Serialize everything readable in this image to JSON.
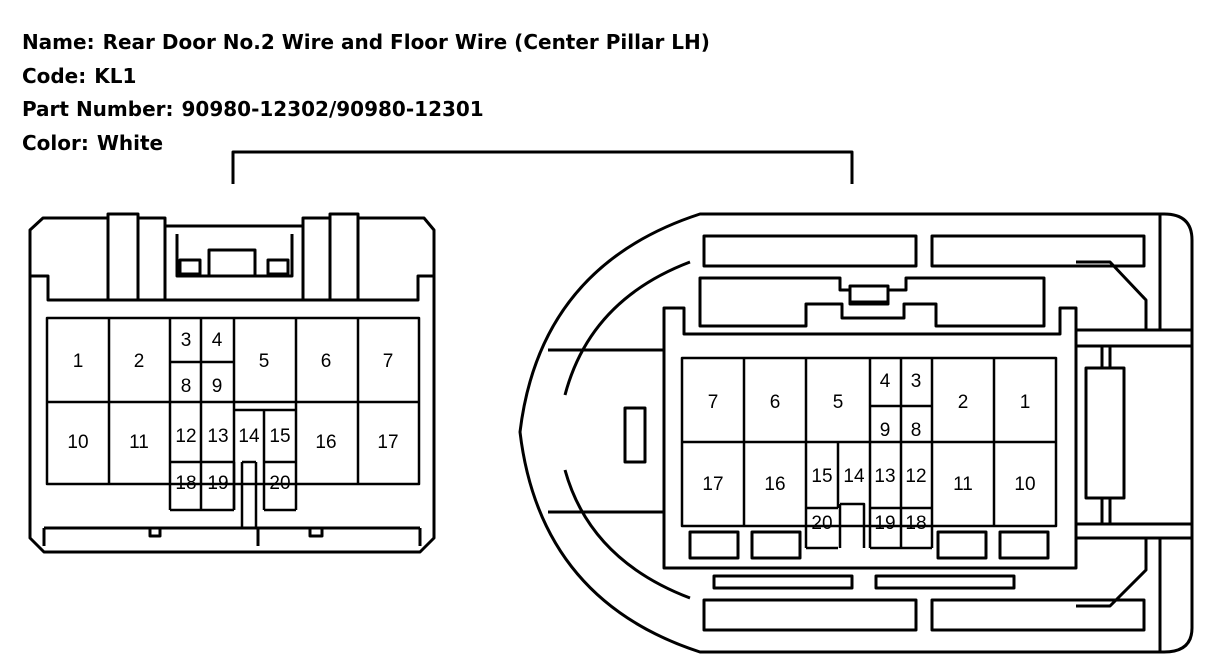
{
  "header": {
    "name_label": "Name:",
    "name_value": "Rear Door No.2 Wire and Floor Wire (Center Pillar LH)",
    "code_label": "Code:",
    "code_value": "KL1",
    "part_label": "Part Number:",
    "part_value": "90980-12302/90980-12301",
    "color_label": "Color:",
    "color_value": "White"
  },
  "left_pins": [
    "1",
    "2",
    "3",
    "4",
    "5",
    "6",
    "7",
    "8",
    "9",
    "10",
    "11",
    "12",
    "13",
    "14",
    "15",
    "16",
    "17",
    "18",
    "19",
    "20"
  ],
  "right_pins": [
    "7",
    "6",
    "5",
    "4",
    "3",
    "2",
    "1",
    "9",
    "8",
    "17",
    "16",
    "15",
    "14",
    "13",
    "12",
    "11",
    "10",
    "20",
    "19",
    "18"
  ]
}
